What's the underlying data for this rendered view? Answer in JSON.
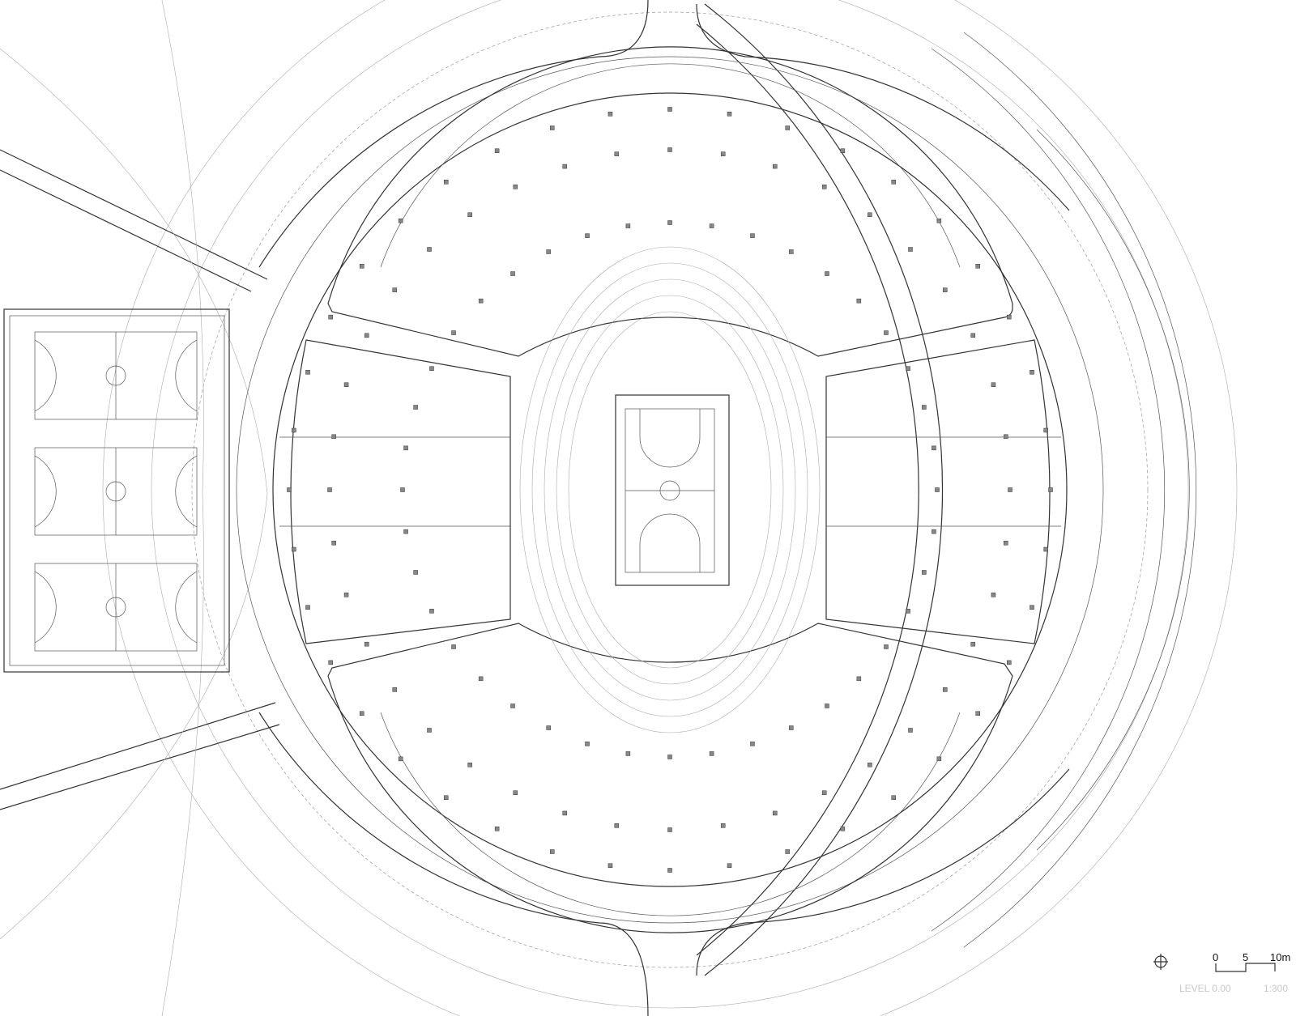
{
  "legend": {
    "north_arrow": "north-arrow-icon",
    "scale_labels": [
      "0",
      "5",
      "10m"
    ],
    "level": "LEVEL 0.00",
    "ratio": "1:300"
  }
}
